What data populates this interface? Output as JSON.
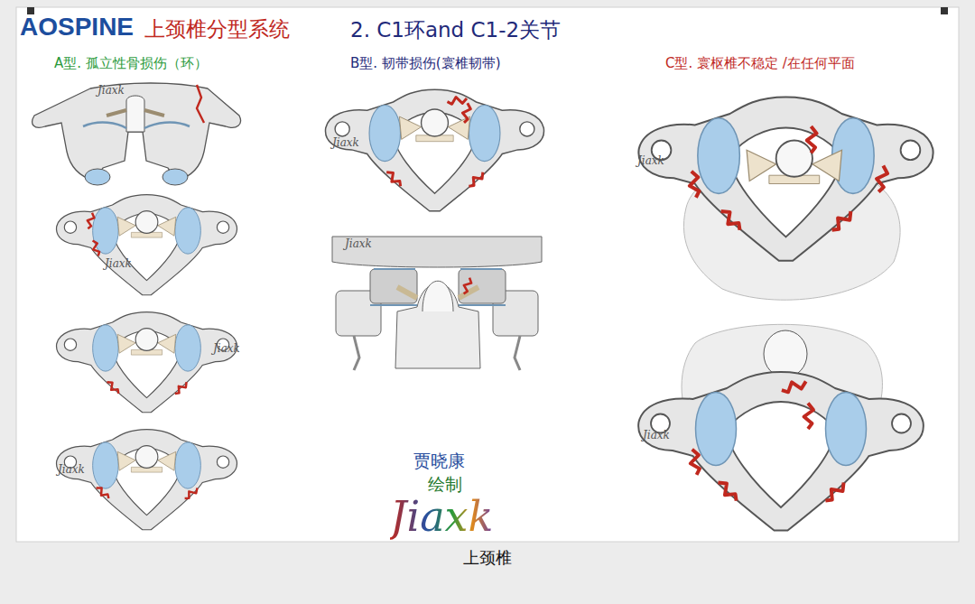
{
  "diagram": {
    "title": "2. C1环and C1-2关节",
    "caption": "上颈椎",
    "labels": [
      "AOSPINE",
      "上颈椎分型系统",
      "A型. 孤立性骨损伤（环）",
      "B型. 韧带损伤(寰椎韧带)",
      "C型. 寰枢椎不稳定 /在任何平面",
      "贾晓康",
      "绘制",
      "Jiaxk",
      "Jiaxk",
      "Jiaxk",
      "Jiaxk",
      "Jiaxk",
      "Jiaxk",
      "Jiaxk",
      "Jiaxk",
      "Jiaxk"
    ]
  }
}
